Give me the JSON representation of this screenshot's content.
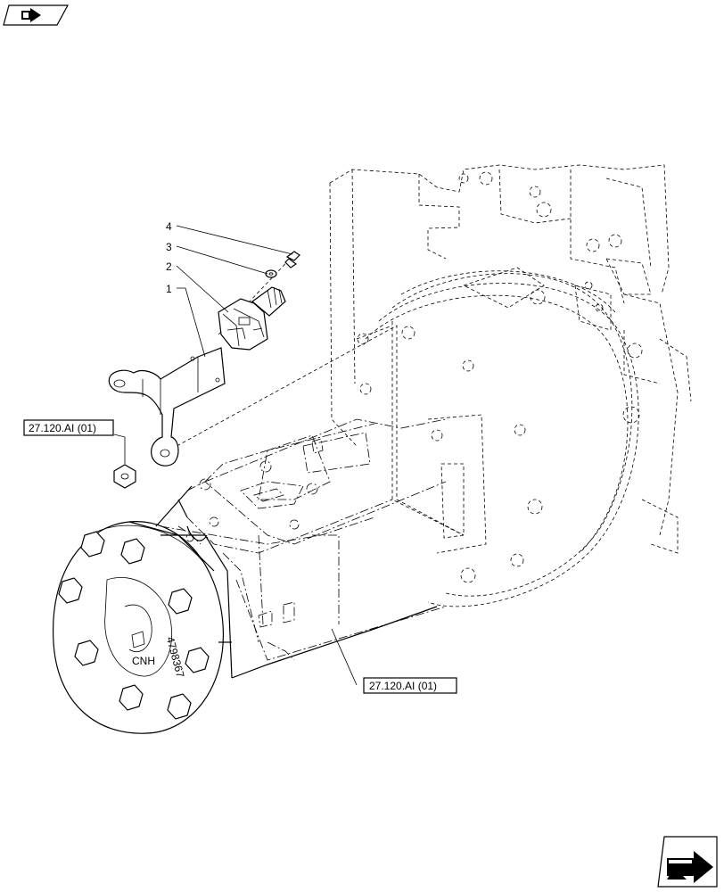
{
  "callouts": [
    {
      "id": "4",
      "label": "4"
    },
    {
      "id": "3",
      "label": "3"
    },
    {
      "id": "2",
      "label": "2"
    },
    {
      "id": "1",
      "label": "1"
    }
  ],
  "references": {
    "left": "27.120.AI (01)",
    "bottom": "27.120.AI (01)"
  },
  "nav": {
    "top_icon": "back-arrow-icon",
    "bottom_icon": "next-page-arrow-icon"
  }
}
